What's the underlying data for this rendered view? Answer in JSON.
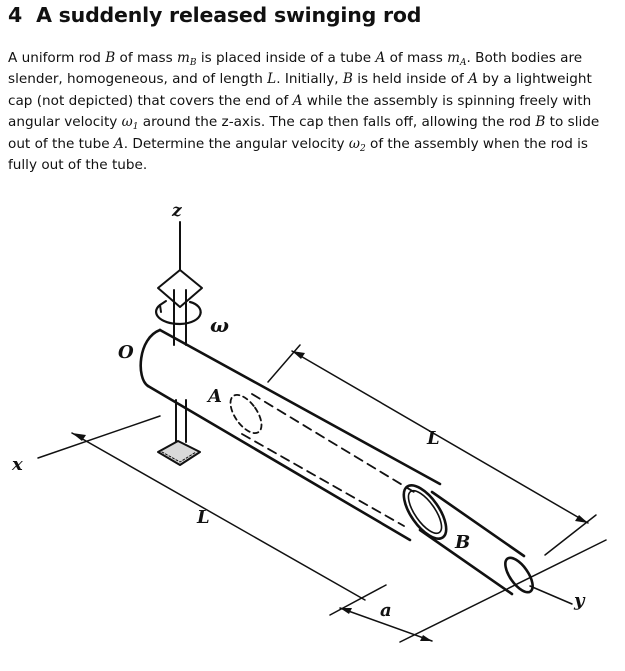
{
  "problem": {
    "number": "4",
    "title": "A suddenly released swinging rod"
  },
  "statement": {
    "s1": "A uniform rod ",
    "rod_symbol": "B",
    "s2": " of mass ",
    "mass_rod_symbol": "m",
    "mass_rod_sub": "B",
    "s3": " is placed inside of a tube ",
    "tube_symbol": "A",
    "s4": " of mass ",
    "mass_tube_symbol": "m",
    "mass_tube_sub": "A",
    "s5": ". Both bodies are slender, homogeneous, and of length ",
    "length_symbol": "L",
    "s6": ". Initially, ",
    "rod_symbol2": "B",
    "s7": " is held inside of ",
    "tube_symbol2": "A",
    "s8": " by a lightweight cap (not depicted) that covers the end of ",
    "tube_symbol3": "A",
    "s9": " while the assembly is spinning freely with angular velocity ",
    "omega1_symbol": "ω",
    "omega1_sub": "1",
    "s10": " around the z-axis. The cap then falls off, allowing the rod ",
    "rod_symbol3": "B",
    "s11": " to slide out of the tube ",
    "tube_symbol4": "A",
    "s12": ". Determine the angular velocity ",
    "omega2_symbol": "ω",
    "omega2_sub": "2",
    "s13": " of the assembly when the rod is fully out of the tube."
  },
  "figure_labels": {
    "z_axis": "z",
    "origin": "O",
    "omega": "ω",
    "tube": "A",
    "length_top": "L",
    "x_axis": "x",
    "length_left": "L",
    "rod": "B",
    "y_axis": "y",
    "offset": "a"
  }
}
